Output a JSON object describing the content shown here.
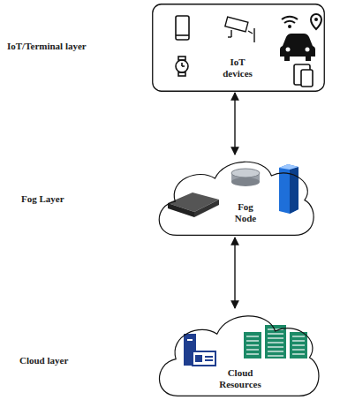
{
  "diagram": {
    "nodes": [
      {
        "text": [
          "IoT devices"
        ]
      },
      {
        "text": [
          "Fog Node"
        ]
      },
      {
        "text": [
          "Cloud Resources"
        ]
      }
    ],
    "edges": [
      {
        "from": 0,
        "to": 1,
        "arrow": "both"
      },
      {
        "from": 1,
        "to": 2,
        "arrow": "both"
      }
    ],
    "labels": [
      "IoT/Terminal layer",
      "Fog Layer",
      "Cloud layer"
    ]
  }
}
